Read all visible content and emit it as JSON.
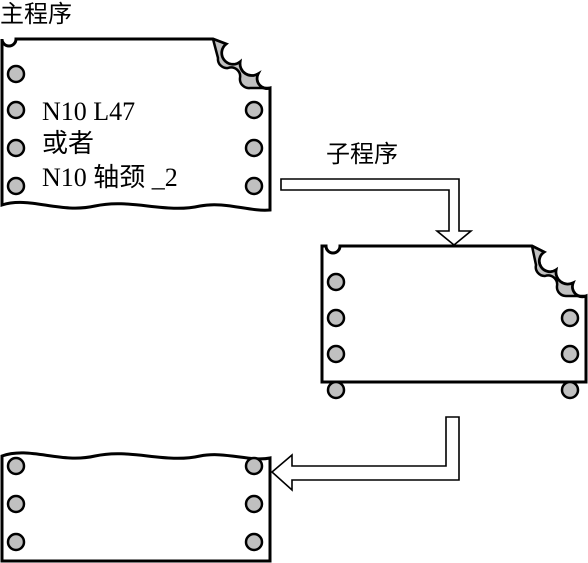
{
  "labels": {
    "main_program": "主程序",
    "sub_program": "子程序"
  },
  "main_sheet": {
    "lines": [
      "N10 L47",
      "或者",
      "N10 轴颈 _2"
    ]
  },
  "colors": {
    "hole_fill": "#c0c0c0",
    "fold_fill": "#c0c0c0",
    "line": "#000000",
    "background": "#ffffff"
  }
}
